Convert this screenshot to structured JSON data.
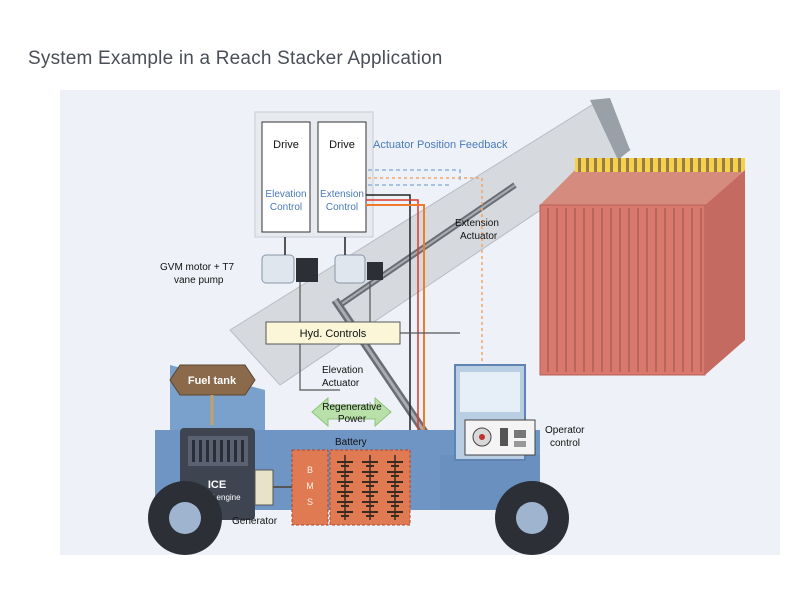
{
  "title": "System Example in a Reach Stacker Application",
  "labels": {
    "drive_left": "Drive",
    "drive_right": "Drive",
    "elevation_control_1": "Elevation",
    "elevation_control_2": "Control",
    "extension_control_1": "Extension",
    "extension_control_2": "Control",
    "actuator_feedback": "Actuator Position Feedback",
    "extension_actuator_1": "Extension",
    "extension_actuator_2": "Actuator",
    "gvm_motor_1": "GVM motor + T7",
    "gvm_motor_2": "vane pump",
    "hyd_controls": "Hyd. Controls",
    "elevation_actuator_1": "Elevation",
    "elevation_actuator_2": "Actuator",
    "fuel_tank": "Fuel tank",
    "regen_1": "Regenerative",
    "regen_2": "Power",
    "battery": "Battery",
    "bms_b": "B",
    "bms_m": "M",
    "bms_s": "S",
    "ice": "ICE",
    "diesel_engine": "diesel engine",
    "generator": "Generator",
    "operator_1": "Operator",
    "operator_2": "control"
  },
  "colors": {
    "background_panel": "#eef2f8",
    "machine_blue": "#6f95c4",
    "boom_gray": "#d6d9de",
    "container": "#d9796e",
    "container_stripe": "#f2d24a",
    "control_box": "#fbf6d8",
    "fuel_tank": "#8a6a4a",
    "battery_fill": "#e07a52",
    "feedback_blue": "#4a7ab8",
    "wire_orange": "#f07b2a",
    "regen_green": "#b8e0a8"
  }
}
